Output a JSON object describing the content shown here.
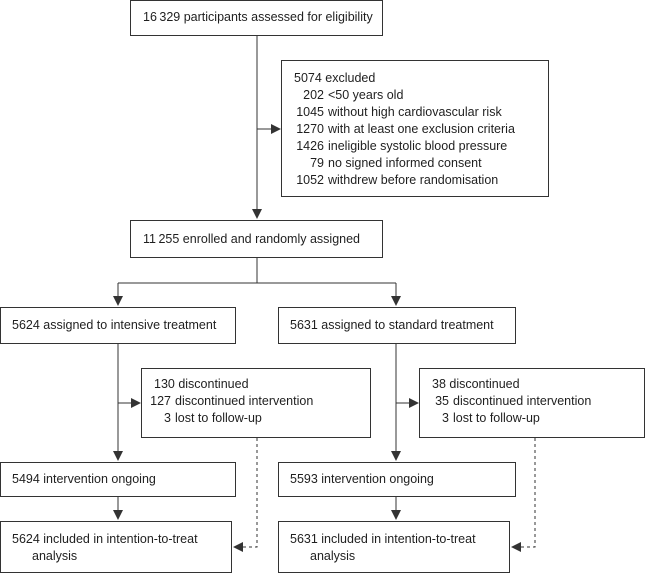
{
  "screening": {
    "text": "16 329 participants assessed for eligibility"
  },
  "excluded": {
    "title": "5074 excluded",
    "items": [
      {
        "count": "202",
        "reason": "<50 years old"
      },
      {
        "count": "1045",
        "reason": "without high cardiovascular risk"
      },
      {
        "count": "1270",
        "reason": "with at least one exclusion criteria"
      },
      {
        "count": "1426",
        "reason": "ineligible systolic blood pressure"
      },
      {
        "count": "79",
        "reason": "no signed informed consent"
      },
      {
        "count": "1052",
        "reason": "withdrew before randomisation"
      }
    ]
  },
  "enrolled": {
    "text": "11 255 enrolled and randomly assigned"
  },
  "intensive": {
    "assigned": "5624 assigned to intensive treatment",
    "discontinued": {
      "title": "130 discontinued",
      "items": [
        {
          "count": "127",
          "reason": "discontinued intervention"
        },
        {
          "count": "3",
          "reason": "lost to follow-up"
        }
      ]
    },
    "ongoing": "5494 intervention ongoing",
    "itt_line1": "5624 included in intention-to-treat",
    "itt_line2": "analysis"
  },
  "standard": {
    "assigned": "5631 assigned to standard treatment",
    "discontinued": {
      "title": "38 discontinued",
      "items": [
        {
          "count": "35",
          "reason": "discontinued intervention"
        },
        {
          "count": "3",
          "reason": "lost to follow-up"
        }
      ]
    },
    "ongoing": "5593 intervention ongoing",
    "itt_line1": "5631 included in intention-to-treat",
    "itt_line2": "analysis"
  },
  "colors": {
    "line": "#333333",
    "text": "#1f1f1f",
    "background": "#ffffff"
  }
}
